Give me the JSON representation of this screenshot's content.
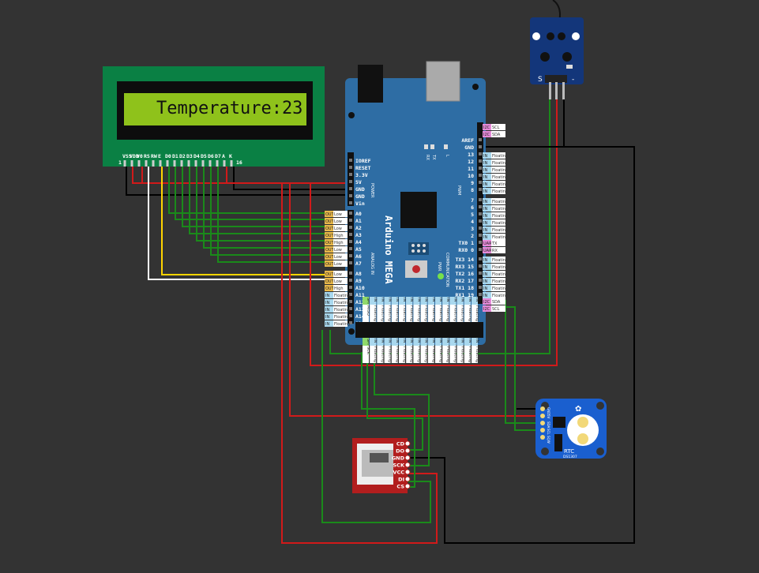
{
  "lcd": {
    "text": "Temperature:23",
    "pin_labels": [
      "VSS",
      "VDD",
      "V0",
      "RS",
      "RW",
      "E",
      "D0",
      "D1",
      "D2",
      "D3",
      "D4",
      "D5",
      "D6",
      "D7",
      "A",
      "K"
    ],
    "pin_first": "1",
    "pin_last": "16"
  },
  "arduino": {
    "title": "Arduino MEGA",
    "power_pins": [
      "IOREF",
      "RESET",
      "3.3V",
      "5V",
      "GND",
      "GND",
      "Vin"
    ],
    "power_label": "POWER",
    "analog_label": "ANALOG IN",
    "pwm_label": "PWM",
    "communication_label": "COMMUNICATION",
    "analog_pins": [
      "A0",
      "A1",
      "A2",
      "A3",
      "A4",
      "A5",
      "A6",
      "A7",
      "A8",
      "A9",
      "A10",
      "A11",
      "A12",
      "A13",
      "A14",
      "A15"
    ],
    "digital_top": [
      "AREF",
      "GND",
      "13",
      "12",
      "11",
      "10",
      "9",
      "8",
      "7",
      "6",
      "5",
      "4",
      "3",
      "2"
    ],
    "comm_pins": [
      "TX0 1",
      "RX0 0",
      "TX3 14",
      "RX3 15",
      "TX2 16",
      "RX2 17",
      "TX1 18",
      "RX1 19"
    ],
    "led_tx": "TX",
    "led_rx": "RX",
    "led_l": "L",
    "led_pwr": "PWR",
    "analog_tags": [
      {
        "mode": "OUT",
        "state": "Low"
      },
      {
        "mode": "OUT",
        "state": "Low"
      },
      {
        "mode": "OUT",
        "state": "Low"
      },
      {
        "mode": "OUT",
        "state": "High"
      },
      {
        "mode": "OUT",
        "state": "High"
      },
      {
        "mode": "OUT",
        "state": "Low"
      },
      {
        "mode": "OUT",
        "state": "Low"
      },
      {
        "mode": "OUT",
        "state": "Low"
      },
      {
        "mode": "OUT",
        "state": "Low"
      },
      {
        "mode": "OUT",
        "state": "Low"
      },
      {
        "mode": "OUT",
        "state": "High"
      },
      {
        "mode": "IN",
        "state": "Floating"
      },
      {
        "mode": "IN",
        "state": "Floating"
      },
      {
        "mode": "IN",
        "state": "Floating"
      },
      {
        "mode": "IN",
        "state": "Floating"
      },
      {
        "mode": "IN",
        "state": "Floating"
      }
    ],
    "i2c_tags": [
      {
        "mode": "I2C",
        "state": "SCL"
      },
      {
        "mode": "I2C",
        "state": "SDA"
      }
    ],
    "digital_tags": [
      {
        "mode": "IN",
        "state": "Floating"
      }
    ],
    "uart_tags": [
      {
        "mode": "UART0",
        "state": "TX"
      },
      {
        "mode": "UART0",
        "state": "RX"
      }
    ],
    "spi_tags": [
      {
        "mode": "SPI",
        "state": "MISO"
      },
      {
        "mode": "SPI",
        "state": "SCK"
      }
    ]
  },
  "sensor": {
    "s": "S",
    "minus": "-"
  },
  "rtc": {
    "label": "RTC",
    "chip": "DS1307",
    "pins": [
      "GND",
      "5V",
      "SDA",
      "SCL",
      "SQW"
    ]
  },
  "sd": {
    "pins": [
      "CD",
      "DO",
      "GND",
      "SCK",
      "VCC",
      "DI",
      "CS"
    ]
  },
  "colors": {
    "background": "#333333",
    "lcd_green": "#0a8044",
    "lcd_screen": "#8fc21b",
    "mega_blue": "#2e6da4",
    "red": "#d11a1a",
    "green": "#1a8a1a",
    "black": "#000000",
    "white": "#ffffff",
    "yellow": "#ffd400"
  }
}
